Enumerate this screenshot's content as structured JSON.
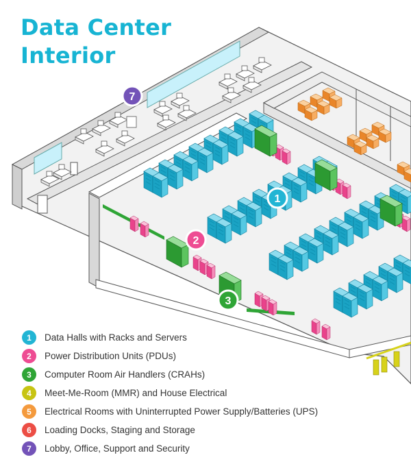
{
  "title_line1": "Data Center",
  "title_line2": "Interior",
  "colors": {
    "accent_title": "#17b4d3",
    "data_halls": "#22b5d4",
    "pdus": "#ee4c93",
    "crahs": "#2fa536",
    "mmr": "#c7c413",
    "electrical": "#f49a3d",
    "loading": "#ec4e45",
    "lobby": "#7353b8"
  },
  "legend": [
    {
      "num": "1",
      "label": "Data Halls with Racks and Servers",
      "color": "#22b5d4"
    },
    {
      "num": "2",
      "label": "Power Distribution Units (PDUs)",
      "color": "#ee4c93"
    },
    {
      "num": "3",
      "label": "Computer Room Air Handlers (CRAHs)",
      "color": "#2fa536"
    },
    {
      "num": "4",
      "label": "Meet-Me-Room (MMR) and House Electrical",
      "color": "#c7c413"
    },
    {
      "num": "5",
      "label": "Electrical Rooms with Uninterrupted Power Supply/Batteries (UPS)",
      "color": "#f49a3d"
    },
    {
      "num": "6",
      "label": "Loading Docks, Staging and Storage",
      "color": "#ec4e45"
    },
    {
      "num": "7",
      "label": "Lobby, Office, Support and Security",
      "color": "#7353b8"
    }
  ],
  "callouts": {
    "halls": "1",
    "pdus": "2",
    "crahs": "3",
    "lobby": "7"
  }
}
